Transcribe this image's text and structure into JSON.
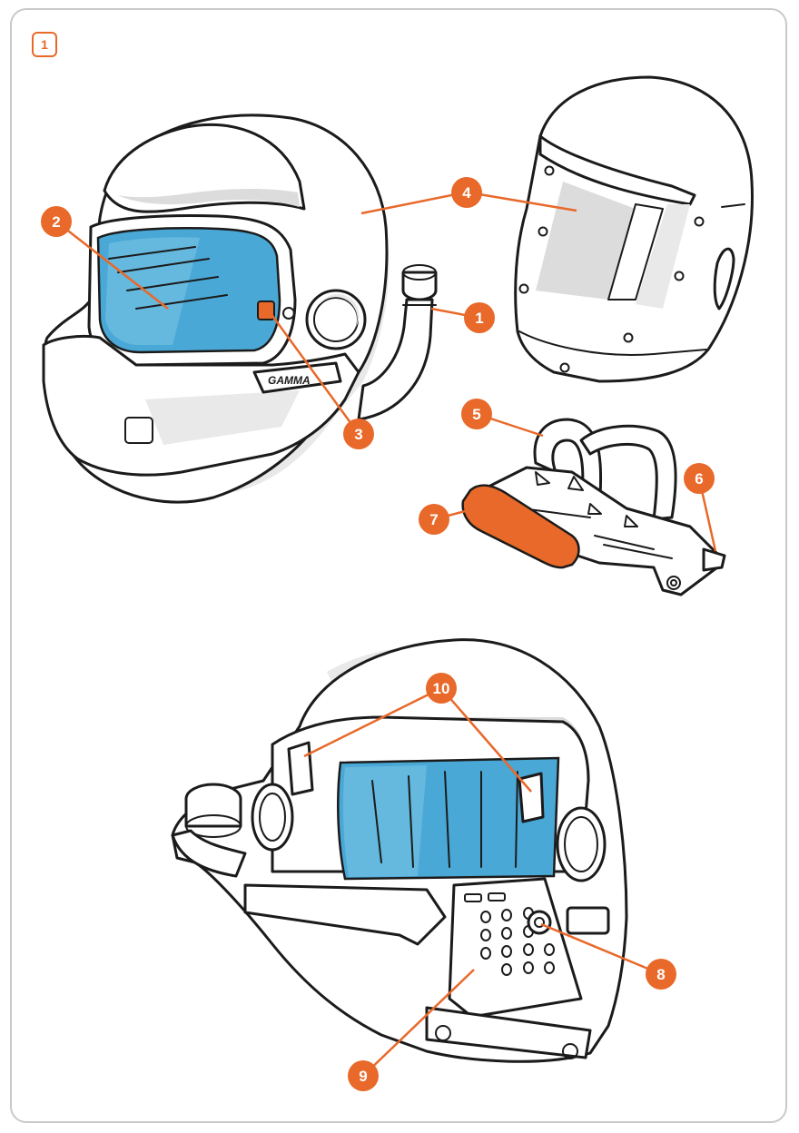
{
  "figure": {
    "number": "1"
  },
  "colors": {
    "accent": "#e8692a",
    "lens": "#4aa8d6",
    "frame": "#c9c9c9",
    "ink": "#1b1b1b"
  },
  "helmet_brand": "GAMMA",
  "callouts": [
    {
      "id": "1",
      "label": "1"
    },
    {
      "id": "2",
      "label": "2"
    },
    {
      "id": "3",
      "label": "3"
    },
    {
      "id": "4",
      "label": "4"
    },
    {
      "id": "5",
      "label": "5"
    },
    {
      "id": "6",
      "label": "6"
    },
    {
      "id": "7",
      "label": "7"
    },
    {
      "id": "8",
      "label": "8"
    },
    {
      "id": "9",
      "label": "9"
    },
    {
      "id": "10",
      "label": "10"
    }
  ]
}
